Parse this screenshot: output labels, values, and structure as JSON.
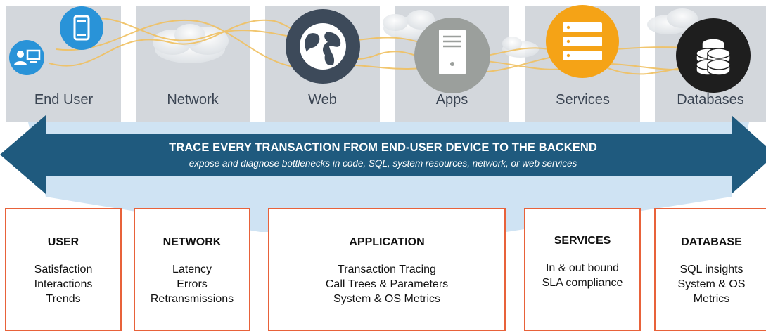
{
  "tiers": [
    {
      "label": "End User",
      "icons": [
        "user-desktop-icon",
        "mobile-phone-icon"
      ]
    },
    {
      "label": "Network",
      "icons": [
        "cloud-icon"
      ]
    },
    {
      "label": "Web",
      "icons": [
        "globe-icon"
      ]
    },
    {
      "label": "Apps",
      "icons": [
        "server-tower-icon"
      ]
    },
    {
      "label": "Services",
      "icons": [
        "server-stack-icon"
      ]
    },
    {
      "label": "Databases",
      "icons": [
        "database-icon"
      ]
    }
  ],
  "banner": {
    "title": "TRACE EVERY TRANSACTION FROM END-USER DEVICE TO THE BACKEND",
    "subtitle": "expose and diagnose bottlenecks in code, SQL, system resources, network, or web services"
  },
  "cards": [
    {
      "title": "USER",
      "lines": [
        "Satisfaction",
        "Interactions",
        "Trends"
      ]
    },
    {
      "title": "NETWORK",
      "lines": [
        "Latency",
        "Errors",
        "Retransmissions"
      ]
    },
    {
      "title": "APPLICATION",
      "lines": [
        "Transaction Tracing",
        "Call Trees & Parameters",
        "System & OS Metrics"
      ]
    },
    {
      "title": "SERVICES",
      "lines": [
        "In & out bound",
        "SLA compliance"
      ]
    },
    {
      "title": "DATABASE",
      "lines": [
        "SQL insights",
        "System & OS",
        "Metrics"
      ]
    }
  ],
  "colors": {
    "tier_bg": "#d3d7dc",
    "arrow": "#1f5a7e",
    "highlight": "#cfe3f3",
    "card_border": "#e8623a",
    "icon_blue": "#2993d8",
    "icon_dark": "#3d4a5a",
    "icon_gray": "#9b9f9c",
    "icon_orange": "#f5a316",
    "icon_black": "#1e1e1e",
    "trace_line": "#f0c060"
  }
}
